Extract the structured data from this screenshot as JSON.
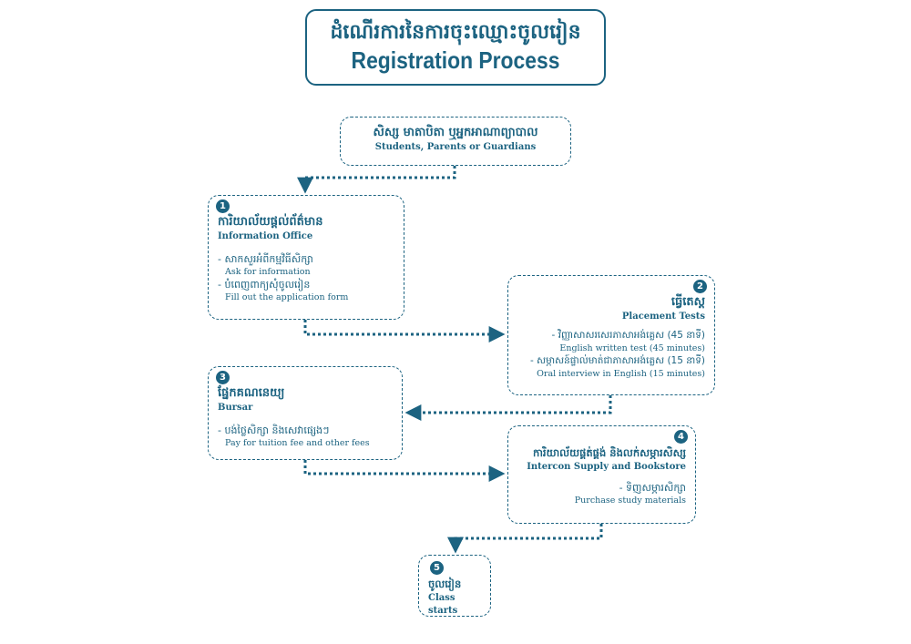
{
  "title": {
    "khmer": "ដំណើរការនៃការចុះឈ្មោះចូលរៀន",
    "english": "Registration Process"
  },
  "start": {
    "khmer": "សិស្ស មាតាបិតា ឬអ្នកអាណាព្យាបាល",
    "english": "Students, Parents or Guardians"
  },
  "steps": [
    {
      "number": "1",
      "khmer": "ការិយាល័យផ្ដល់ព័ត៌មាន",
      "english": "Information Office",
      "items": [
        {
          "khmer": "- សាកសួរអំពីកម្មវិធីសិក្សា",
          "english": "Ask for information"
        },
        {
          "khmer": "- បំពេញពាក្យសុំចូលរៀន",
          "english": "Fill out the application form"
        }
      ]
    },
    {
      "number": "2",
      "khmer": "ធ្វើតេស្ត",
      "english": "Placement Tests",
      "items": [
        {
          "khmer": "- វិញ្ញាសាសរសេរភាសាអង់គ្លេស (45 នាទី)",
          "english": "English written test (45 minutes)"
        },
        {
          "khmer": "- សម្ភាសន៍ផ្ទាល់មាត់ជាភាសាអង់គ្លេស (15 នាទី)",
          "english": "Oral interview in English (15 minutes)"
        }
      ]
    },
    {
      "number": "3",
      "khmer": "ផ្នែកគណនេយ្យ",
      "english": "Bursar",
      "items": [
        {
          "khmer": "- បង់ថ្លៃសិក្សា និងសេវាផ្សេងៗ",
          "english": "Pay for tuition fee and other fees"
        }
      ]
    },
    {
      "number": "4",
      "khmer": "ការិយាល័យផ្គត់ផ្គង់ និងលក់សម្ភារសិស្ស",
      "english": "Intercon Supply and Bookstore",
      "items": [
        {
          "khmer": "- ទិញសម្ភារសិក្សា",
          "english": "Purchase study materials"
        }
      ]
    },
    {
      "number": "5",
      "khmer": "ចូលរៀន",
      "english": "Class starts",
      "items": []
    }
  ],
  "colors": {
    "primary": "#1c6381"
  }
}
